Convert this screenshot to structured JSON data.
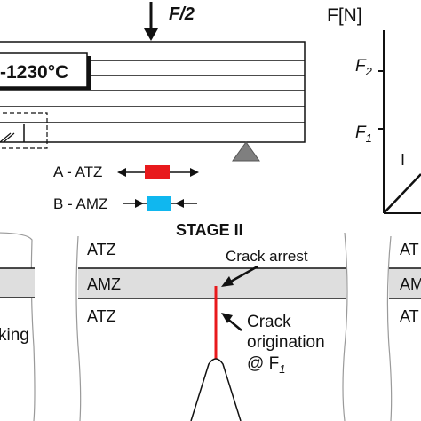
{
  "top": {
    "load_label": "F/2",
    "temp_label": "-1230°C",
    "legend": {
      "a_label": "A - ATZ",
      "b_label": "B - AMZ",
      "a_color": "#e8191c",
      "b_color": "#10b7ef"
    }
  },
  "graph": {
    "y_axis_label": "F[N]",
    "f2_label": "F",
    "f2_sub": "2",
    "f1_label": "F",
    "f1_sub": "1",
    "region_label": "I"
  },
  "stage2": {
    "title": "STAGE II",
    "atz_top": "ATZ",
    "amz": "AMZ",
    "atz_bottom": "ATZ",
    "crack_arrest": "Crack arrest",
    "crack_line1": "Crack",
    "crack_line2": "origination",
    "crack_line3": "@ F",
    "crack_line3_sub": "1",
    "crack_color": "#e8191c",
    "amz_fill": "#dedede"
  },
  "left_fragment": {
    "text": "king"
  },
  "right_fragment": {
    "atz_top": "AT",
    "amz": "AM",
    "atz_bottom": "AT"
  }
}
